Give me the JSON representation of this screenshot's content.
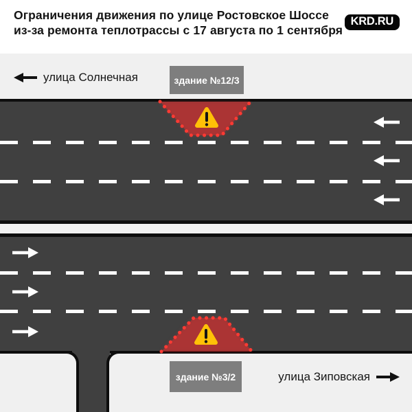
{
  "header": {
    "title_line1": "Ограничения движения по улице Ростовское Шоссе",
    "title_line2": "из-за ремонта теплотрассы с 17 августа по 1 сентября",
    "logo_text": "KRD.RU"
  },
  "map": {
    "street_top_label": "улица Солнечная",
    "street_top_arrow": "left",
    "building_top_label": "здание №12/3",
    "building_bottom_label": "здание №3/2",
    "street_bottom_label": "улица Зиповская",
    "street_bottom_arrow": "right",
    "top_road": {
      "lanes": 3,
      "direction": "left",
      "restricted_section": true
    },
    "bottom_road": {
      "lanes": 3,
      "direction": "right",
      "restricted_section": true
    },
    "side_street_bottom_left": true
  },
  "colors": {
    "background": "#f0f0f0",
    "header_bg": "#ffffff",
    "road": "#404040",
    "road_border": "#0d0d0d",
    "badge_bg": "#7e7e7e",
    "restriction_fill": "rgba(250,40,40,0.45)",
    "restriction_dots": "#ff3a33",
    "warning_yellow": "#ffc107",
    "lane_marking": "#ffffff"
  }
}
